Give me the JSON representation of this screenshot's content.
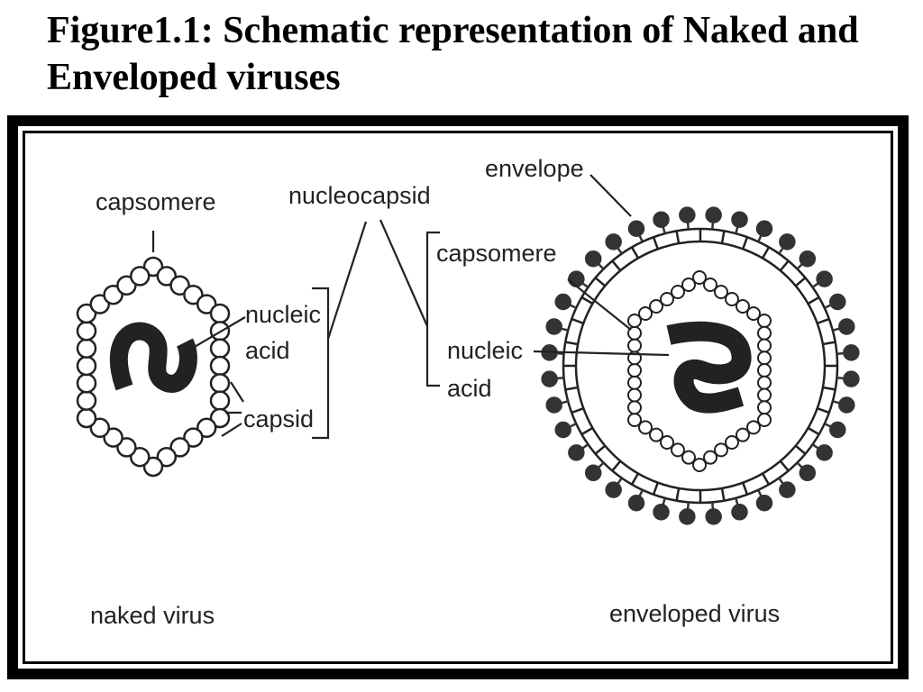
{
  "title": "Figure1.1: Schematic representation of Naked and Enveloped viruses",
  "labels": {
    "naked_capsomere": "capsomere",
    "nucleocapsid": "nucleocapsid",
    "envelope": "envelope",
    "naked_nucleic_1": "nucleic",
    "naked_nucleic_2": "acid",
    "capsid": "capsid",
    "env_capsomere": "capsomere",
    "env_nucleic_1": "nucleic",
    "env_nucleic_2": "acid",
    "naked_virus": "naked virus",
    "enveloped_virus": "enveloped virus"
  },
  "colors": {
    "ink": "#222222",
    "frame": "#000000"
  }
}
